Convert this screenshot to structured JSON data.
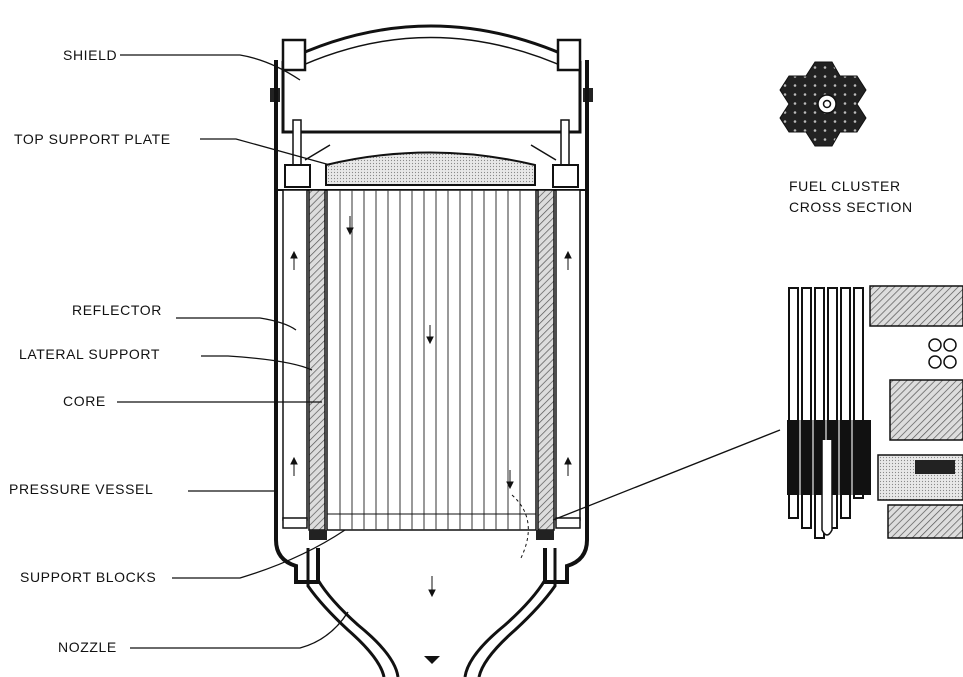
{
  "labels": {
    "shield": "SHIELD",
    "top_support_plate": "TOP SUPPORT PLATE",
    "reflector": "REFLECTOR",
    "lateral_support": "LATERAL SUPPORT",
    "core": "CORE",
    "pressure_vessel": "PRESSURE  VESSEL",
    "support_blocks": "SUPPORT BLOCKS",
    "nozzle": "NOZZLE",
    "fuel_cluster_line1": "FUEL CLUSTER",
    "fuel_cluster_line2": "CROSS SECTION"
  },
  "colors": {
    "ink": "#111111",
    "hatch": "#555555",
    "paper": "#ffffff"
  }
}
